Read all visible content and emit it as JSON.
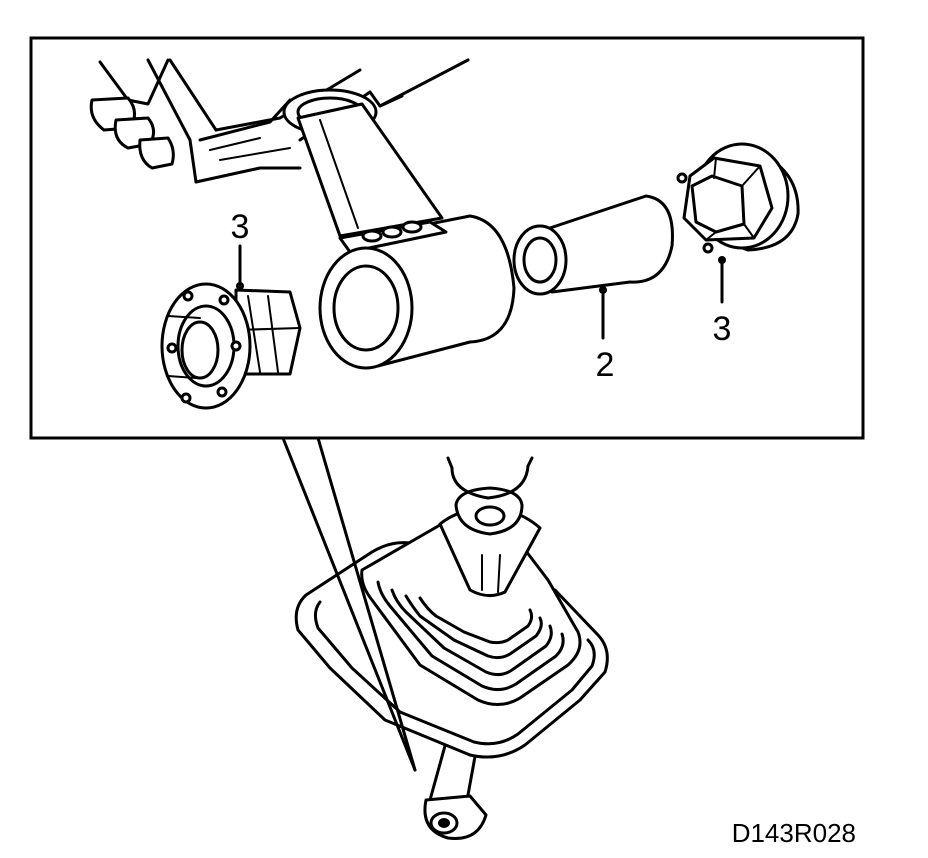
{
  "labels": {
    "left_bushing": "3",
    "sleeve": "2",
    "right_bushing": "3"
  },
  "figure_code": "D143R028"
}
